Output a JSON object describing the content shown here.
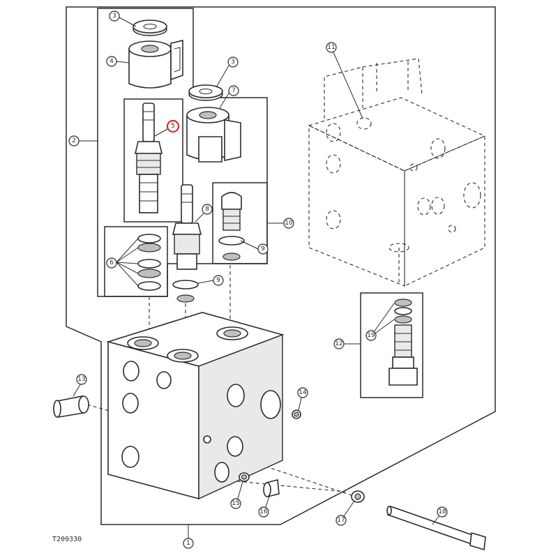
{
  "figure_id": "T209330",
  "highlight_color": "#d32f2f",
  "line_color": "#2a2a2a",
  "callouts": [
    {
      "key": "c1",
      "label": "1"
    },
    {
      "key": "c2",
      "label": "2"
    },
    {
      "key": "c3a",
      "label": "3"
    },
    {
      "key": "c3b",
      "label": "3"
    },
    {
      "key": "c4",
      "label": "4"
    },
    {
      "key": "c5",
      "label": "5"
    },
    {
      "key": "c6",
      "label": "6"
    },
    {
      "key": "c7",
      "label": "7"
    },
    {
      "key": "c8",
      "label": "8"
    },
    {
      "key": "c9a",
      "label": "9"
    },
    {
      "key": "c9b",
      "label": "9"
    },
    {
      "key": "c10",
      "label": "10"
    },
    {
      "key": "c11",
      "label": "11"
    },
    {
      "key": "c12",
      "label": "12"
    },
    {
      "key": "c13",
      "label": "13"
    },
    {
      "key": "c14",
      "label": "14"
    },
    {
      "key": "c15",
      "label": "15"
    },
    {
      "key": "c16",
      "label": "16"
    },
    {
      "key": "c17",
      "label": "17"
    },
    {
      "key": "c18",
      "label": "18"
    },
    {
      "key": "c19",
      "label": "19"
    }
  ]
}
